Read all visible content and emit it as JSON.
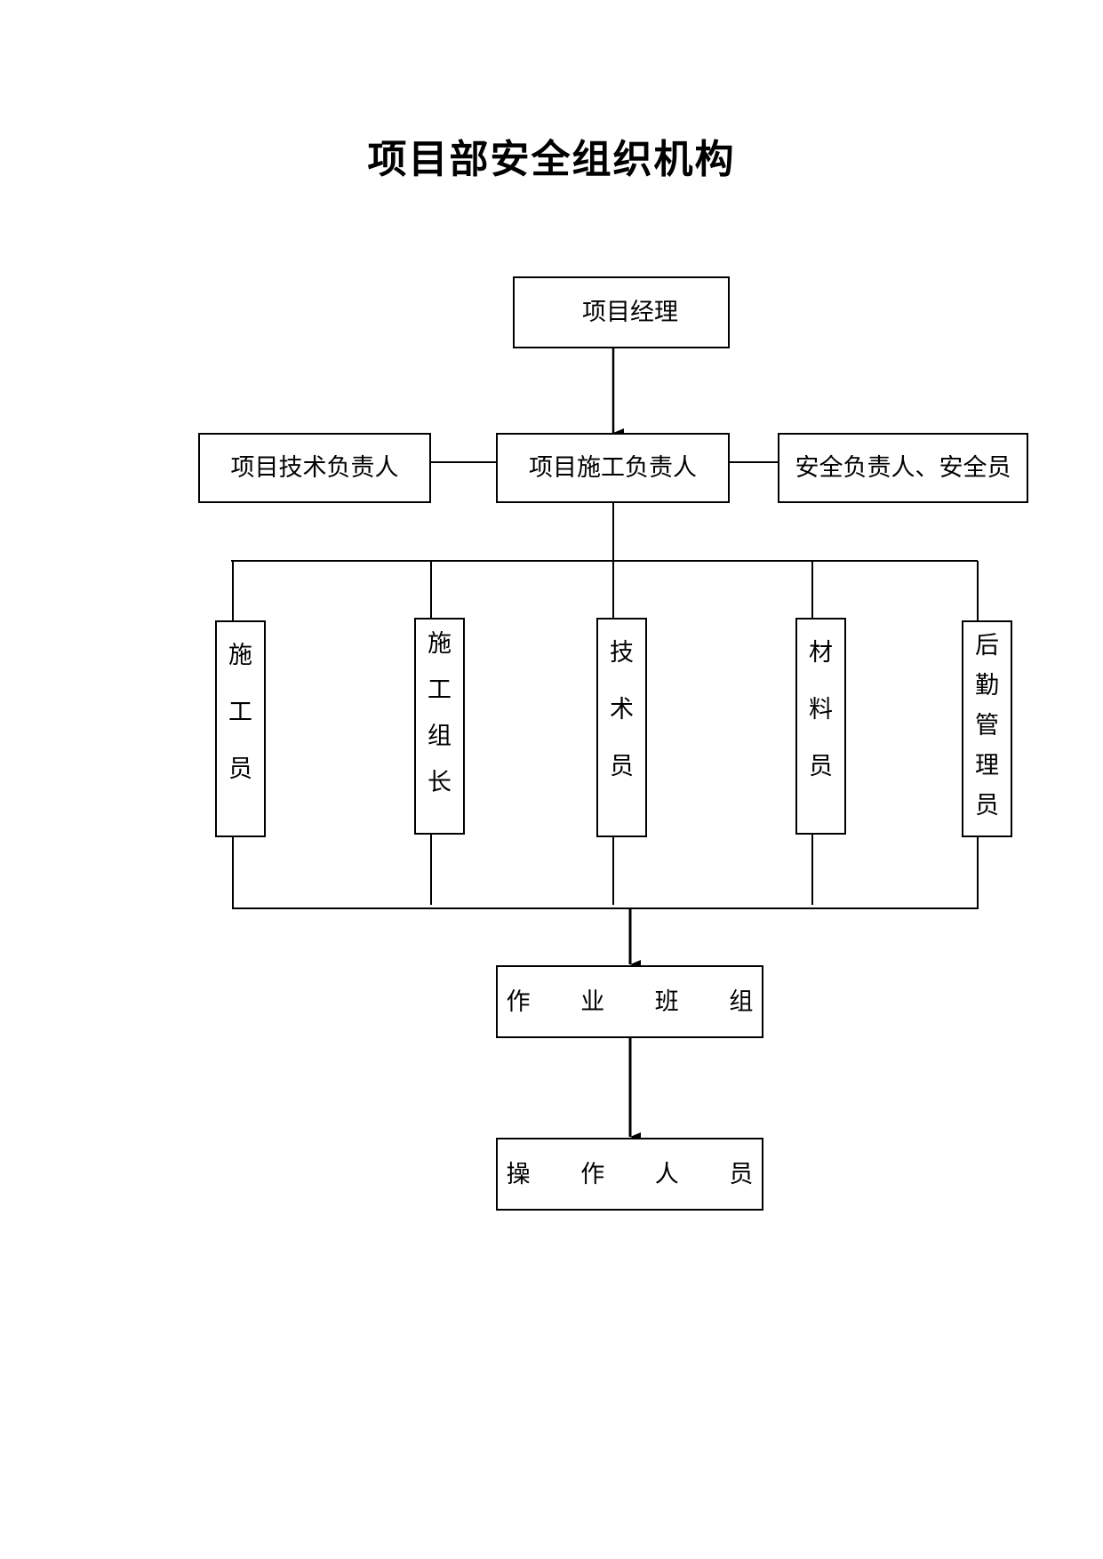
{
  "title": "项目部安全组织机构",
  "nodes": {
    "manager": "项目经理",
    "tech_lead": "项目技术负责人",
    "construction_lead": "项目施工负责人",
    "safety_lead": "安全负责人、安全员",
    "construction_worker": "施工员",
    "construction_team_leader": "施工组长",
    "technician": "技术员",
    "materials_officer": "材料员",
    "logistics_manager": "后勤管理员",
    "work_team": "作 业 班 组",
    "operators": "操 作 人 员"
  }
}
